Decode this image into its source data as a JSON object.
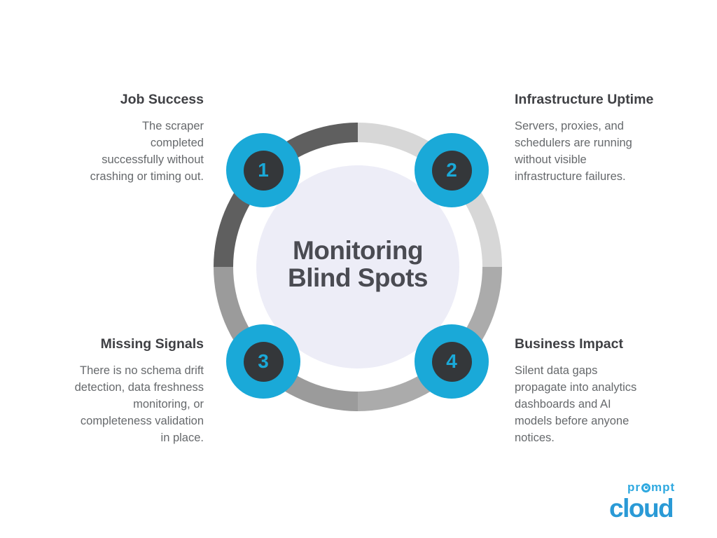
{
  "colors": {
    "accent": "#1aa9d8",
    "ring-tl": "#5f5f5f",
    "ring-tr": "#d7d7d7",
    "ring-br": "#ababab",
    "ring-bl": "#9b9b9b",
    "inner": "#ededf7",
    "numbg": "#34373a",
    "heading": "#3f4044",
    "body": "#66696c",
    "title": "#4a4b52",
    "logo-blue": "#2a9ad6",
    "logo-blue-light": "#2fa9e0"
  },
  "center": {
    "title": "Monitoring\nBlind Spots"
  },
  "items": [
    {
      "number": "1",
      "title": "Job Success",
      "body": "The scraper\ncompleted\nsuccessfully without\ncrashing or timing out."
    },
    {
      "number": "2",
      "title": "Infrastructure Uptime",
      "body": "Servers, proxies, and\nschedulers are running\nwithout visible\ninfrastructure failures."
    },
    {
      "number": "3",
      "title": "Missing Signals",
      "body": "There is no schema drift\ndetection, data freshness\nmonitoring, or\ncompleteness validation\nin place."
    },
    {
      "number": "4",
      "title": "Business Impact",
      "body": "Silent data gaps\npropagate into analytics\ndashboards and AI\nmodels before anyone\nnotices."
    }
  ],
  "logo": {
    "prefix": "pr",
    "suffix": "mpt",
    "word": "cloud",
    "cloud_glyph": "☁"
  }
}
